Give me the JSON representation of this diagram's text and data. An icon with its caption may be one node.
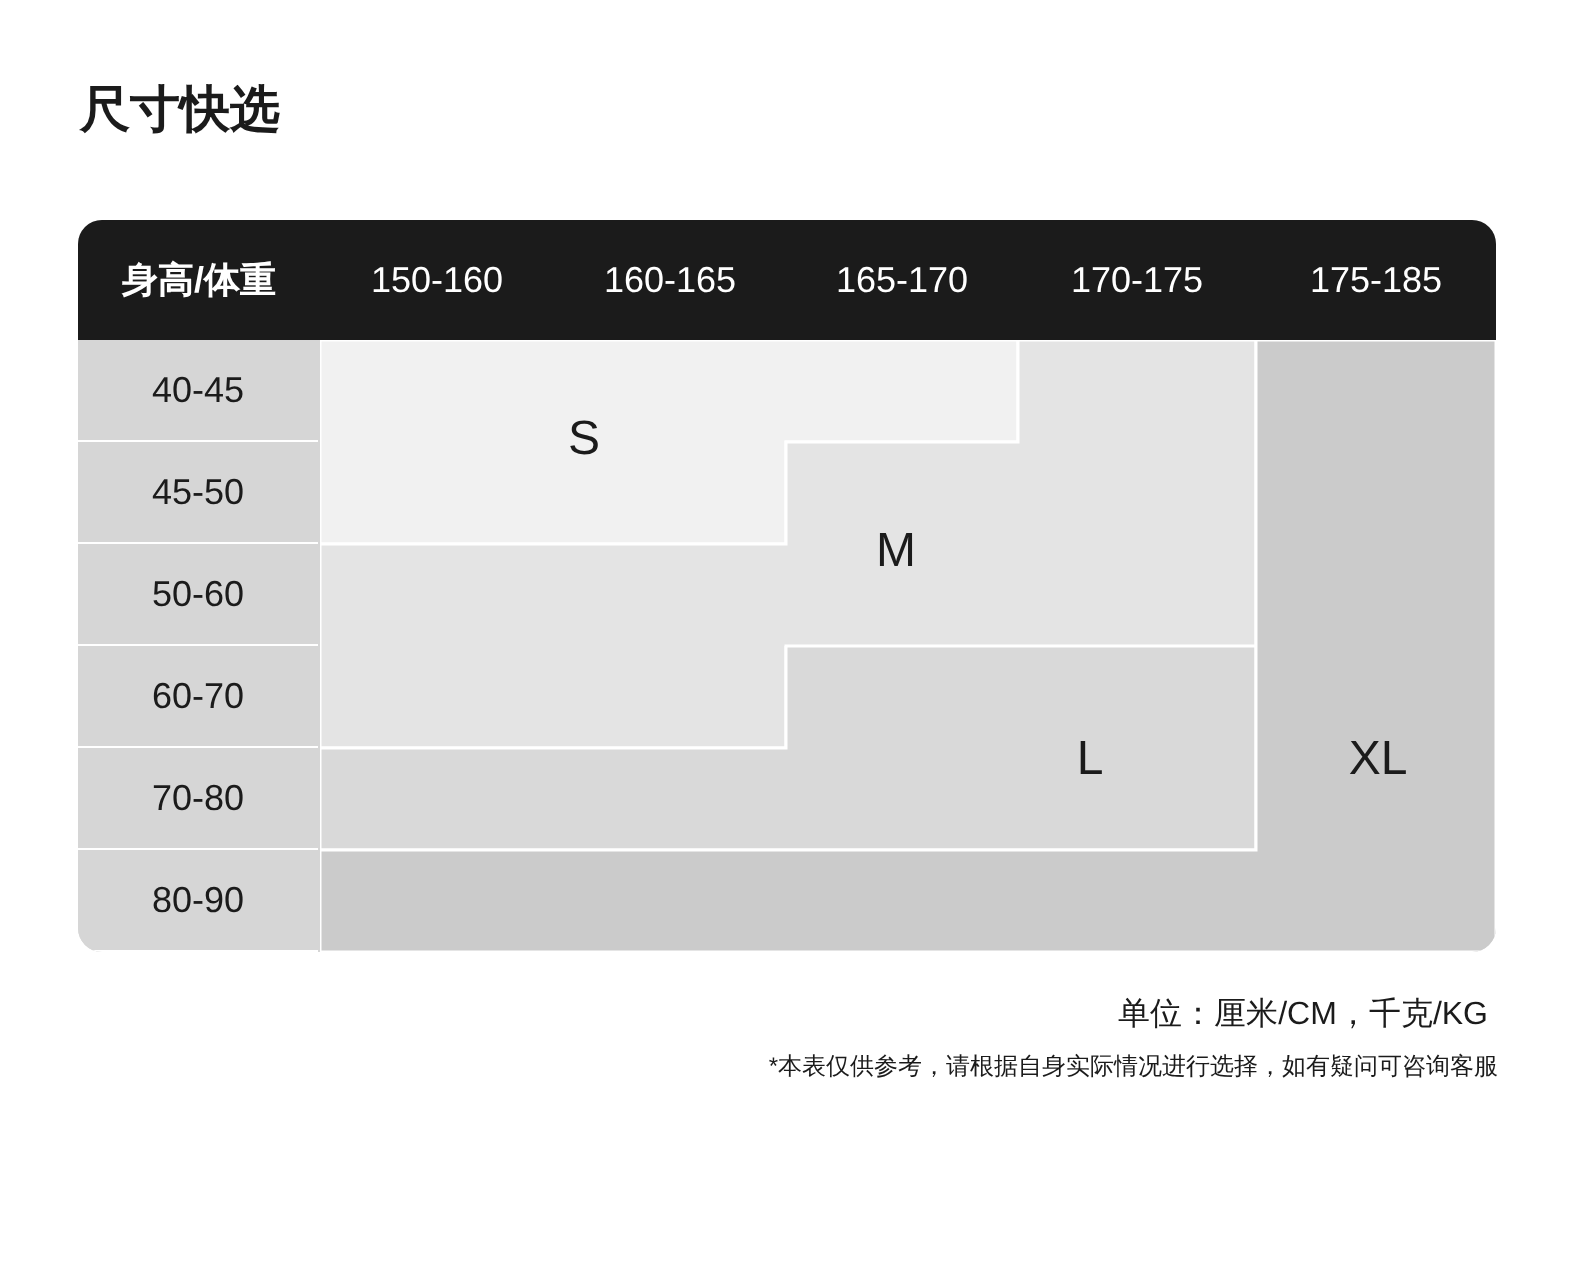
{
  "diagram": {
    "title": "尺寸快选",
    "nodes": [
      {
        "text": [
          "S"
        ]
      },
      {
        "text": [
          "M"
        ]
      },
      {
        "text": [
          "L"
        ]
      },
      {
        "text": [
          "XL"
        ]
      }
    ],
    "labels": [
      "身高/体重",
      "150-160",
      "160-165",
      "165-170",
      "170-175",
      "175-185",
      "40-45",
      "45-50",
      "50-60",
      "60-70",
      "70-80",
      "80-90",
      "单位：厘米/CM，千克/KG",
      "*本表仅供参考，请根据自身实际情况进行选择，如有疑问可咨询客服"
    ]
  }
}
